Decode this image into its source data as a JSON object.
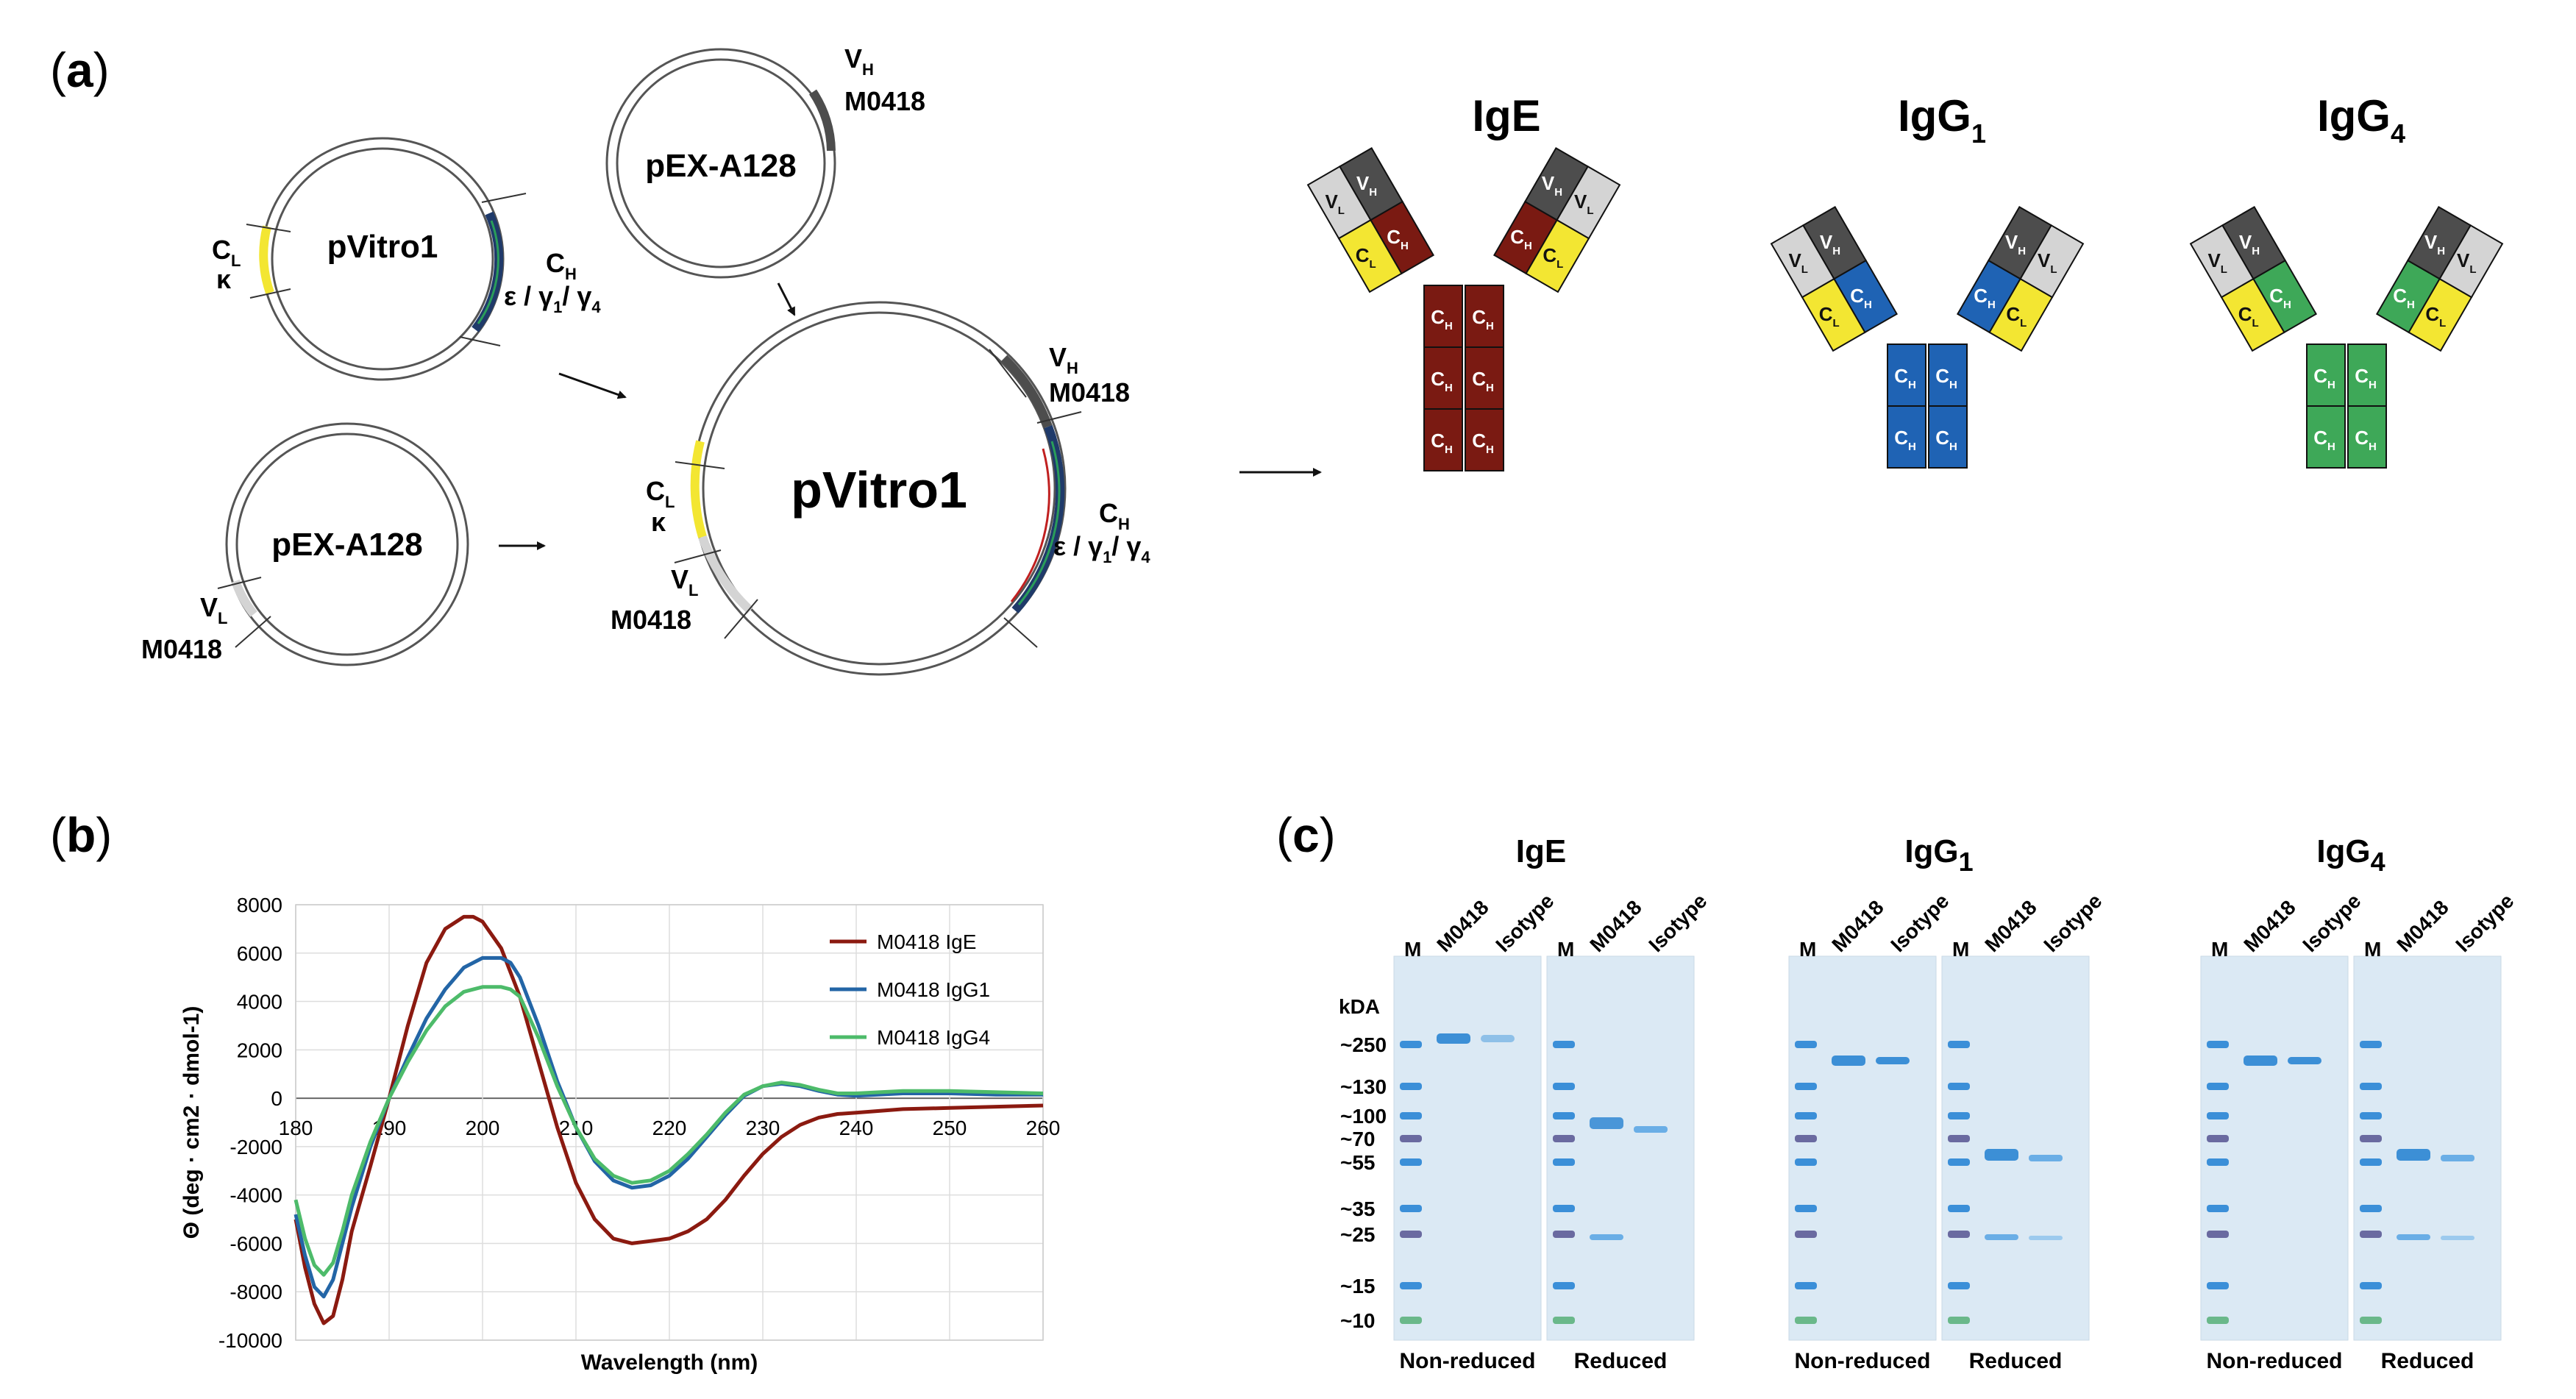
{
  "panel_a": {
    "letter": "a",
    "plasmids": {
      "pvitro1_small": "pVitro1",
      "pex_top": "pEX-A128",
      "pex_bottom": "pEX-A128",
      "pvitro1_big": "pVitro1"
    },
    "labels": {
      "c": "C",
      "l": "L",
      "h": "H",
      "v": "V",
      "kappa": "κ",
      "m0418": "M0418",
      "eps": "ε / γ",
      "eps_mid": "/ γ",
      "sub1": "1",
      "sub4": "4"
    },
    "antibodies": [
      {
        "name": "IgE",
        "sub": "",
        "heavy_color": "#7a1a12",
        "fc_blocks": 3
      },
      {
        "name": "IgG",
        "sub": "1",
        "heavy_color": "#1f63b4",
        "fc_blocks": 2
      },
      {
        "name": "IgG",
        "sub": "4",
        "heavy_color": "#3ea858",
        "fc_blocks": 2
      }
    ],
    "domain_colors": {
      "vh": "#4d4d4d",
      "vl": "#d4d4d4",
      "cl": "#f3e632"
    }
  },
  "panel_b": {
    "letter": "b",
    "chart_data": {
      "type": "line",
      "xlabel": "Wavelength (nm)",
      "ylabel": "Θ (deg · cm2 · dmol-1)",
      "xlim": [
        180,
        260
      ],
      "ylim": [
        -10000,
        8000
      ],
      "xticks": [
        180,
        190,
        200,
        210,
        220,
        230,
        240,
        250,
        260
      ],
      "yticks": [
        8000,
        6000,
        4000,
        2000,
        0,
        -2000,
        -4000,
        -6000,
        -8000,
        -10000
      ],
      "grid": true,
      "legend_position": "top-right",
      "series": [
        {
          "name": "M0418 IgE",
          "color": "#8b1a10",
          "x": [
            180,
            181,
            182,
            183,
            184,
            185,
            186,
            188,
            190,
            192,
            194,
            196,
            198,
            199,
            200,
            202,
            204,
            206,
            208,
            210,
            212,
            214,
            216,
            218,
            220,
            222,
            224,
            226,
            228,
            230,
            232,
            234,
            236,
            238,
            240,
            245,
            250,
            255,
            260
          ],
          "y": [
            -5000,
            -7000,
            -8500,
            -9300,
            -9000,
            -7500,
            -5500,
            -2800,
            0,
            3000,
            5600,
            7000,
            7500,
            7500,
            7300,
            6200,
            4200,
            1500,
            -1200,
            -3500,
            -5000,
            -5800,
            -6000,
            -5900,
            -5800,
            -5500,
            -5000,
            -4200,
            -3200,
            -2300,
            -1600,
            -1100,
            -800,
            -650,
            -600,
            -450,
            -400,
            -350,
            -300
          ]
        },
        {
          "name": "M0418 IgG1",
          "color": "#2365a6",
          "x": [
            180,
            181,
            182,
            183,
            184,
            185,
            186,
            188,
            190,
            192,
            194,
            196,
            198,
            200,
            202,
            203,
            204,
            206,
            208,
            210,
            212,
            214,
            216,
            218,
            220,
            222,
            224,
            226,
            228,
            230,
            232,
            234,
            236,
            238,
            240,
            245,
            250,
            255,
            260
          ],
          "y": [
            -4800,
            -6500,
            -7800,
            -8200,
            -7500,
            -6000,
            -4500,
            -2000,
            0,
            1700,
            3300,
            4500,
            5400,
            5800,
            5800,
            5600,
            5000,
            3000,
            700,
            -1200,
            -2600,
            -3400,
            -3700,
            -3600,
            -3200,
            -2500,
            -1600,
            -700,
            100,
            500,
            600,
            500,
            300,
            150,
            100,
            200,
            200,
            150,
            150
          ]
        },
        {
          "name": "M0418 IgG4",
          "color": "#4dbb6a",
          "x": [
            180,
            181,
            182,
            183,
            184,
            185,
            186,
            188,
            190,
            192,
            194,
            196,
            198,
            200,
            202,
            203,
            204,
            206,
            208,
            210,
            212,
            214,
            216,
            218,
            220,
            222,
            224,
            226,
            228,
            230,
            232,
            234,
            236,
            238,
            240,
            245,
            250,
            255,
            260
          ],
          "y": [
            -4200,
            -5800,
            -6900,
            -7300,
            -6800,
            -5500,
            -4000,
            -1800,
            0,
            1500,
            2800,
            3800,
            4400,
            4600,
            4600,
            4500,
            4200,
            2500,
            500,
            -1200,
            -2500,
            -3200,
            -3500,
            -3400,
            -3000,
            -2300,
            -1500,
            -600,
            150,
            500,
            650,
            550,
            350,
            200,
            200,
            300,
            300,
            250,
            200
          ]
        }
      ]
    }
  },
  "panel_c": {
    "letter": "c",
    "groups": [
      {
        "title": "IgE",
        "sub": ""
      },
      {
        "title": "IgG",
        "sub": "1"
      },
      {
        "title": "IgG",
        "sub": "4"
      }
    ],
    "lanes": {
      "marker": "M",
      "sample": "M0418",
      "isotype": "Isotype"
    },
    "kda_label": "kDA",
    "mw_markers": [
      "~250",
      "~130",
      "~100",
      "~70",
      "~55",
      "~35",
      "~25",
      "~15",
      "~10"
    ],
    "conditions": {
      "nonreduced": "Non-reduced",
      "reduced": "Reduced"
    }
  }
}
